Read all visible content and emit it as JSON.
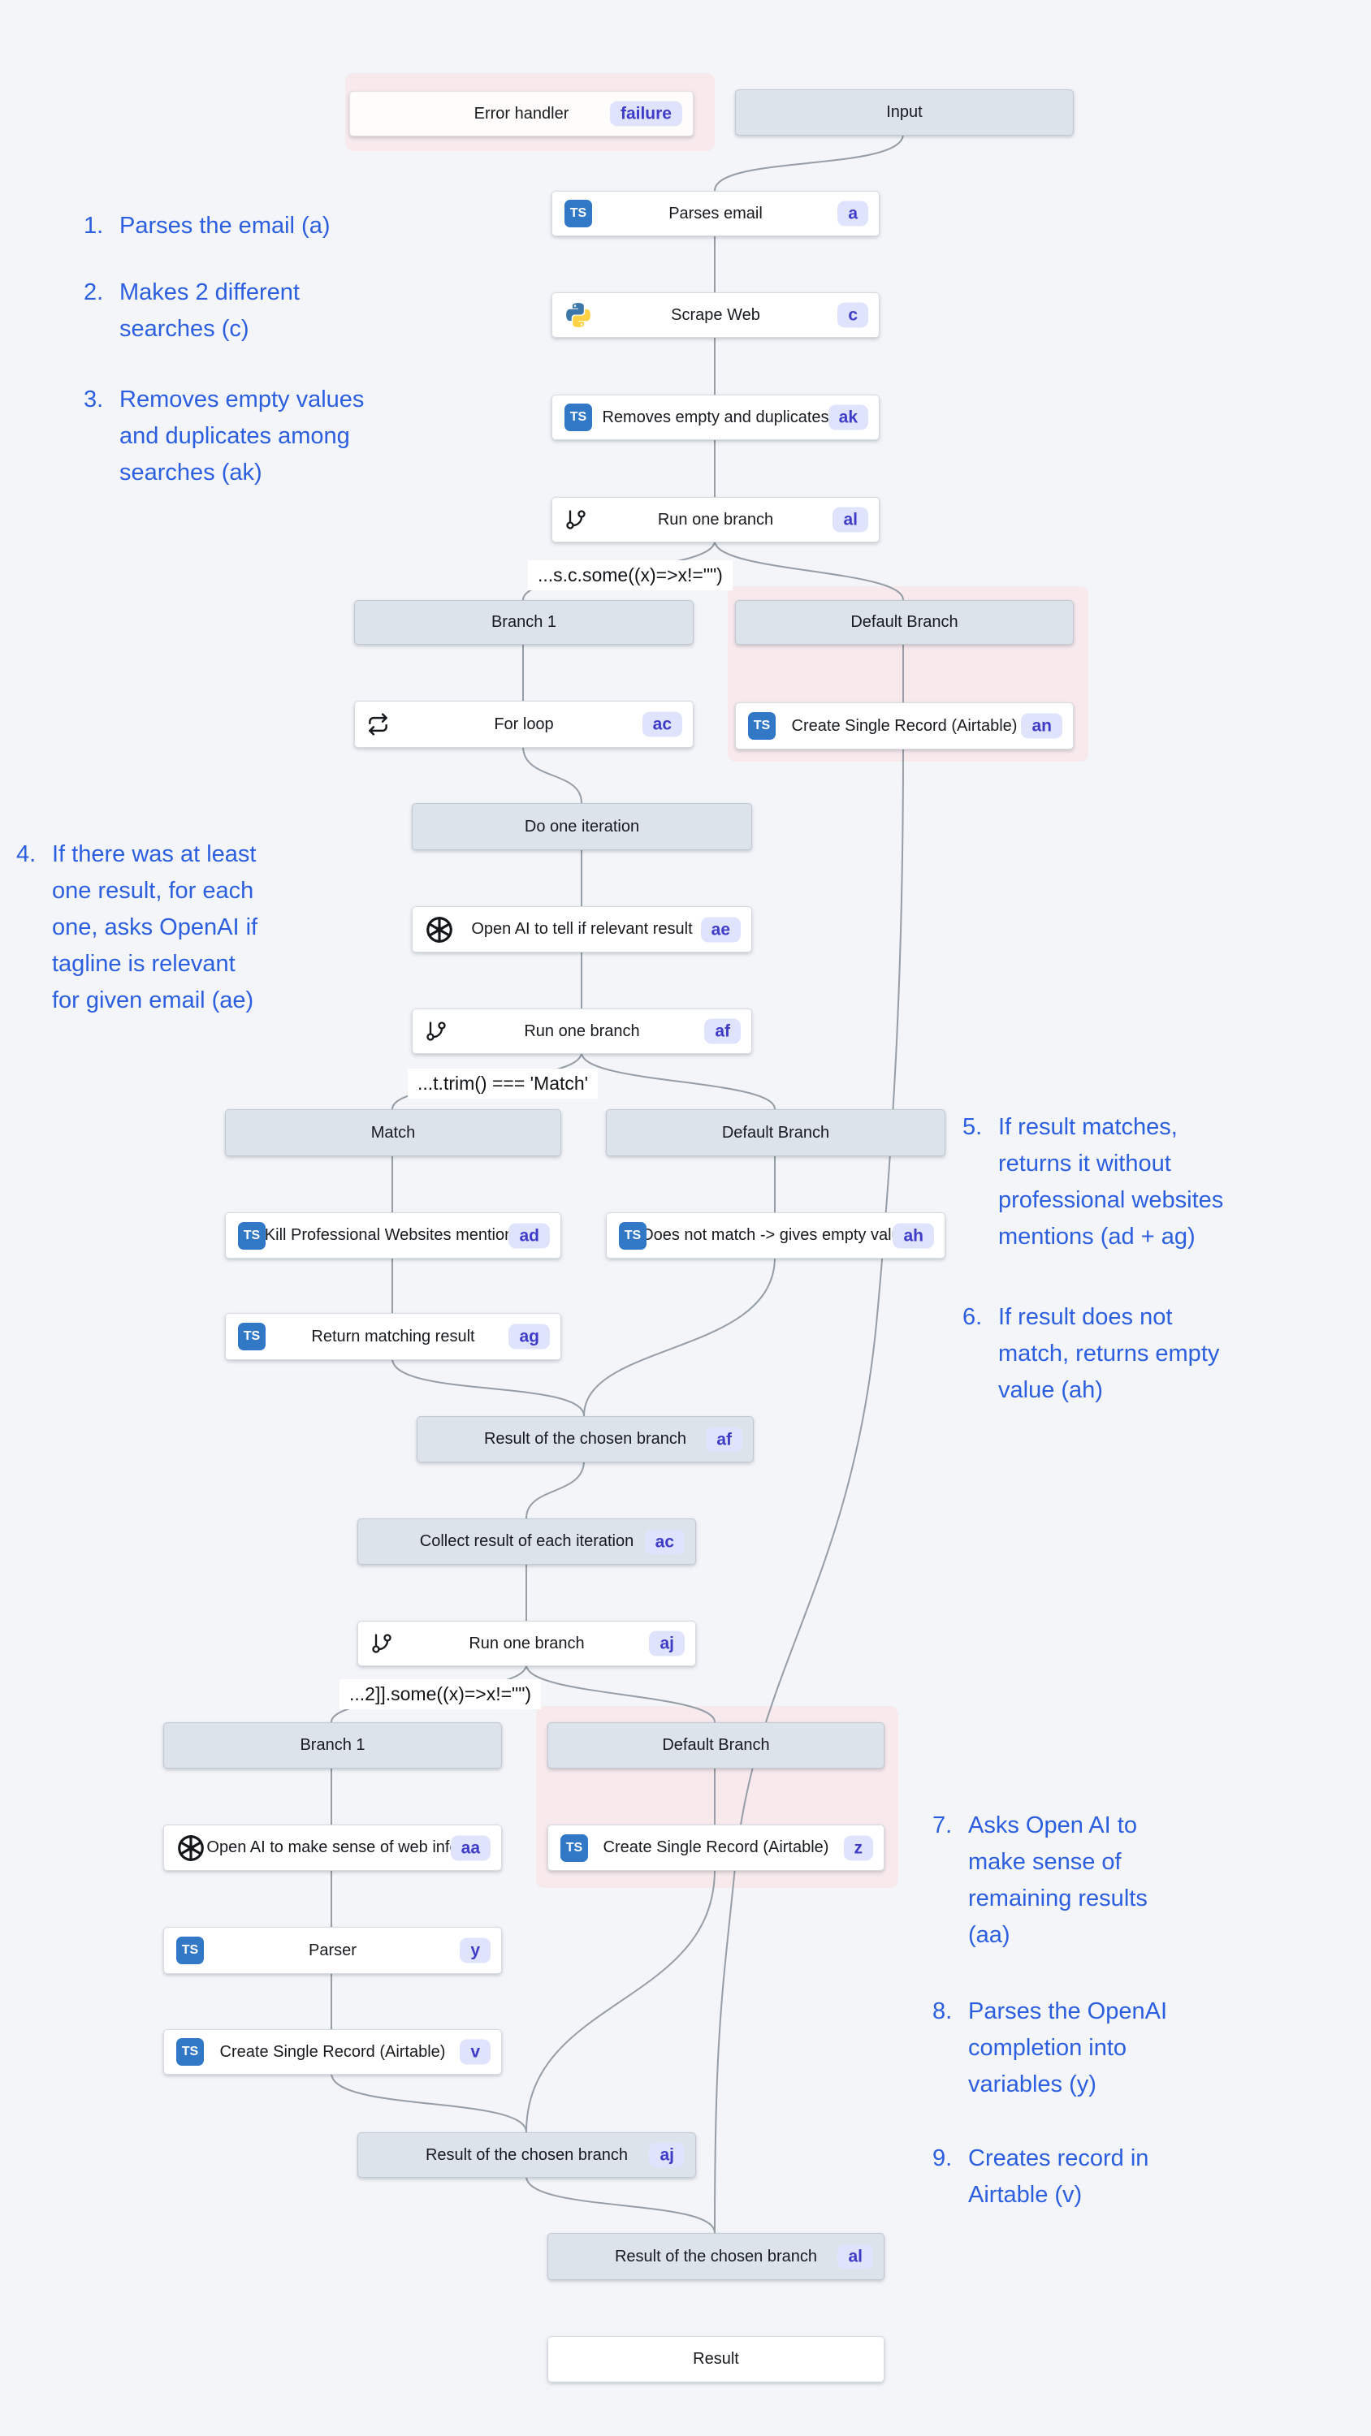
{
  "colors": {
    "background": "#f3f5f9",
    "edge": "#959da6",
    "annotation_blue": "#2b5fdf",
    "badge_bg": "#dfe3fc",
    "badge_text": "#3e3cc6",
    "node_grey": "#dde3ea",
    "highlight_pink": "#f7e9ec",
    "ts_icon_blue": "#3178c6"
  },
  "icons": {
    "ts": "TS"
  },
  "nodes": {
    "error_handler": {
      "label": "Error handler",
      "badge": "failure"
    },
    "input": {
      "label": "Input"
    },
    "parses_email": {
      "label": "Parses email",
      "badge": "a"
    },
    "scrape_web": {
      "label": "Scrape Web",
      "badge": "c"
    },
    "removes_empty": {
      "label": "Removes empty and duplicates",
      "badge": "ak"
    },
    "run_al": {
      "label": "Run one branch",
      "badge": "al"
    },
    "branch1": {
      "label": "Branch 1"
    },
    "default1": {
      "label": "Default Branch"
    },
    "for_loop": {
      "label": "For loop",
      "badge": "ac"
    },
    "create_an": {
      "label": "Create Single Record (Airtable)",
      "badge": "an"
    },
    "do_one": {
      "label": "Do one iteration"
    },
    "openai_ae": {
      "label": "Open AI to tell if relevant result",
      "badge": "ae"
    },
    "run_af": {
      "label": "Run one branch",
      "badge": "af"
    },
    "match": {
      "label": "Match"
    },
    "default2": {
      "label": "Default Branch"
    },
    "kill_ad": {
      "label": "Kill Professional Websites mentions",
      "badge": "ad"
    },
    "does_ah": {
      "label": "Does not match -> gives empty value",
      "badge": "ah"
    },
    "return_ag": {
      "label": "Return matching result",
      "badge": "ag"
    },
    "result_af": {
      "label": "Result of the chosen branch",
      "badge": "af"
    },
    "collect_ac": {
      "label": "Collect result of each iteration",
      "badge": "ac"
    },
    "run_aj": {
      "label": "Run one branch",
      "badge": "aj"
    },
    "branch1b": {
      "label": "Branch 1"
    },
    "default3": {
      "label": "Default Branch"
    },
    "openai_aa": {
      "label": "Open AI to make sense of web info",
      "badge": "aa"
    },
    "create_z": {
      "label": "Create Single Record (Airtable)",
      "badge": "z"
    },
    "parser_y": {
      "label": "Parser",
      "badge": "y"
    },
    "create_v": {
      "label": "Create Single Record (Airtable)",
      "badge": "v"
    },
    "result_aj": {
      "label": "Result of the chosen branch",
      "badge": "aj"
    },
    "result_al": {
      "label": "Result of the chosen branch",
      "badge": "al"
    },
    "result": {
      "label": "Result"
    }
  },
  "conditions": {
    "c1": "...s.c.some((x)=>x!=\"\")",
    "c2": "...t.trim() === 'Match'",
    "c3": "...2]].some((x)=>x!=\"\")"
  },
  "notes": {
    "n1": {
      "num": "1.",
      "text": "Parses the email (a)"
    },
    "n2": {
      "num": "2.",
      "text": "Makes 2 different\nsearches (c)"
    },
    "n3": {
      "num": "3.",
      "text": "Removes empty values\nand duplicates among\nsearches (ak)"
    },
    "n4": {
      "num": "4.",
      "text": "If there was at least\none result, for each\none, asks OpenAI if\ntagline is relevant\nfor given email (ae)"
    },
    "n5": {
      "num": "5.",
      "text": "If result matches,\nreturns it without\nprofessional websites\nmentions (ad + ag)"
    },
    "n6": {
      "num": "6.",
      "text": "If result does not\nmatch, returns empty\nvalue (ah)"
    },
    "n7": {
      "num": "7.",
      "text": "Asks Open AI to\nmake sense of\nremaining results\n(aa)"
    },
    "n8": {
      "num": "8.",
      "text": "Parses the OpenAI\ncompletion into\nvariables (y)"
    },
    "n9": {
      "num": "9.",
      "text": "Creates record in\nAirtable (v)"
    }
  }
}
